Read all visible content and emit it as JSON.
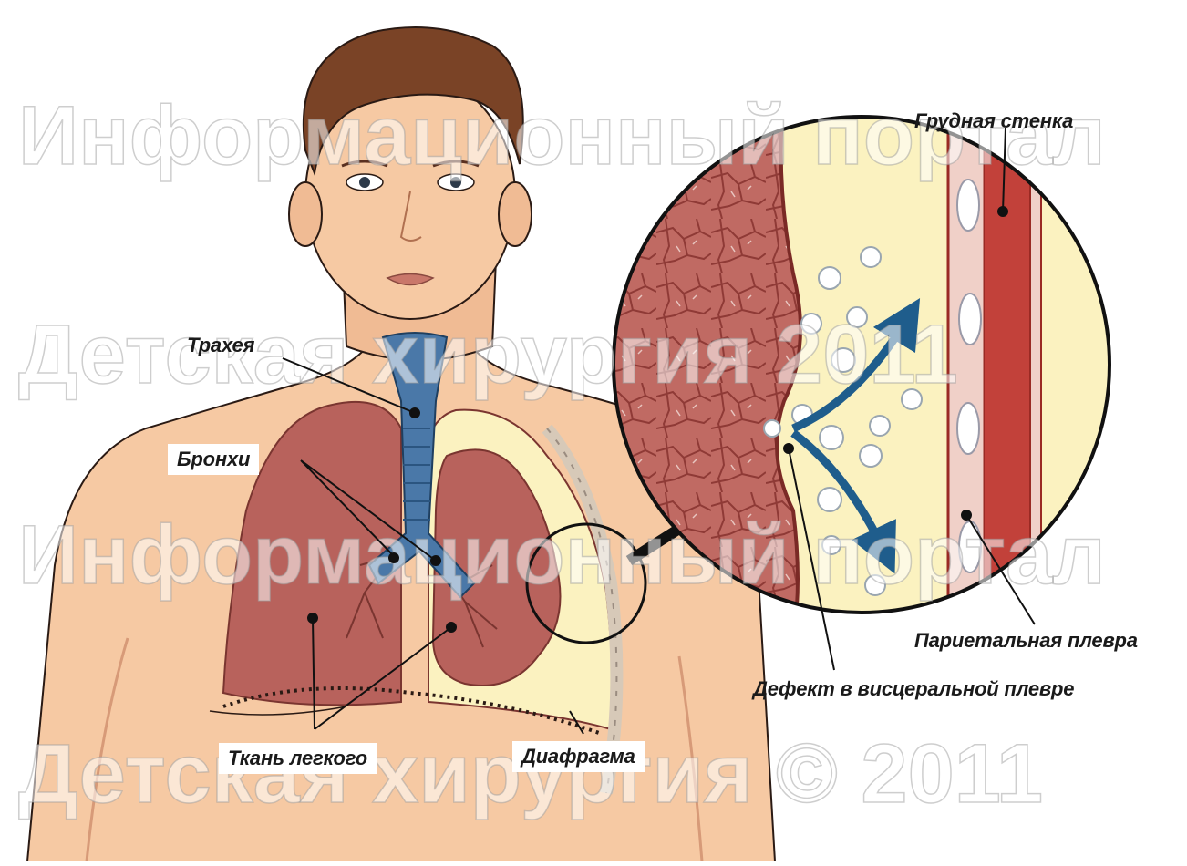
{
  "labels": {
    "trachea": "Трахея",
    "bronchi": "Бронхи",
    "lung_tissue": "Ткань легкого",
    "diaphragm": "Диафрагма",
    "chest_wall": "Грудная стенка",
    "parietal_pleura": "Париетальная плевра",
    "visceral_defect": "Дефект в висцеральной плевре"
  },
  "watermark": {
    "line1": "Информационный портал",
    "line2": "Детская хирургия 2011",
    "line3": "Информационный портал",
    "line4": "Детская хирургия © 2011"
  },
  "colors": {
    "skin": "#f6c9a3",
    "skin_shadow": "#e9a983",
    "hair": "#7a4326",
    "lung": "#b8625c",
    "lung_dark": "#8f3f3c",
    "pleural_space": "#fbf2c0",
    "trachea": "#4a78a8",
    "arrow": "#1f5d8c",
    "muscle": "#c2413a"
  }
}
